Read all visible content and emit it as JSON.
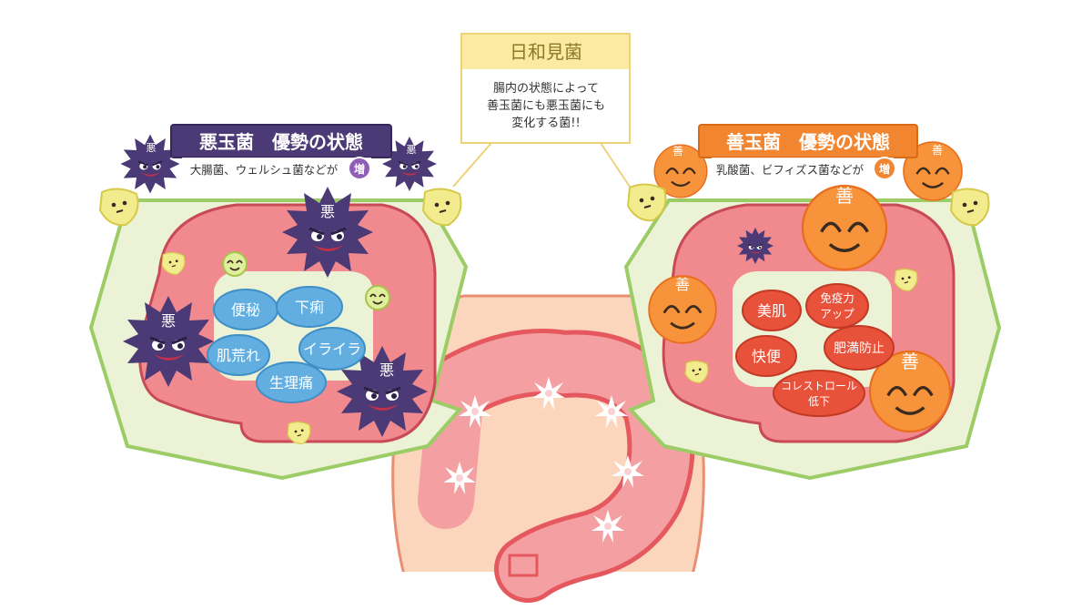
{
  "center_box": {
    "title": "日和見菌",
    "lines": [
      "腸内の状態によって",
      "善玉菌にも悪玉菌にも",
      "変化する菌!!"
    ]
  },
  "bad_panel": {
    "title": "悪玉菌　優勢の状態",
    "subtitle": "大腸菌、ウェルシュ菌などが",
    "badge": "増",
    "germ_label": "悪",
    "symptoms": [
      "便秘",
      "下痢",
      "肌荒れ",
      "イライラ",
      "生理痛"
    ]
  },
  "good_panel": {
    "title": "善玉菌　優勢の状態",
    "subtitle": "乳酸菌、ビフィズス菌などが",
    "badge": "増",
    "germ_label": "善",
    "benefits": [
      "美肌",
      "免疫力",
      "アップ",
      "快便",
      "肥満防止",
      "コレストロール",
      "低下"
    ]
  },
  "colors": {
    "bad_header": "#4b3a75",
    "good_header": "#f2852f",
    "bad_bubble": "#62aee0",
    "good_bubble": "#e8513a",
    "intestine": "#f08a8e",
    "panel_fill": "#ebf2d6",
    "panel_border": "#9ccc66",
    "center_header": "#fbeaa2",
    "belly": "#fbd6bd"
  }
}
